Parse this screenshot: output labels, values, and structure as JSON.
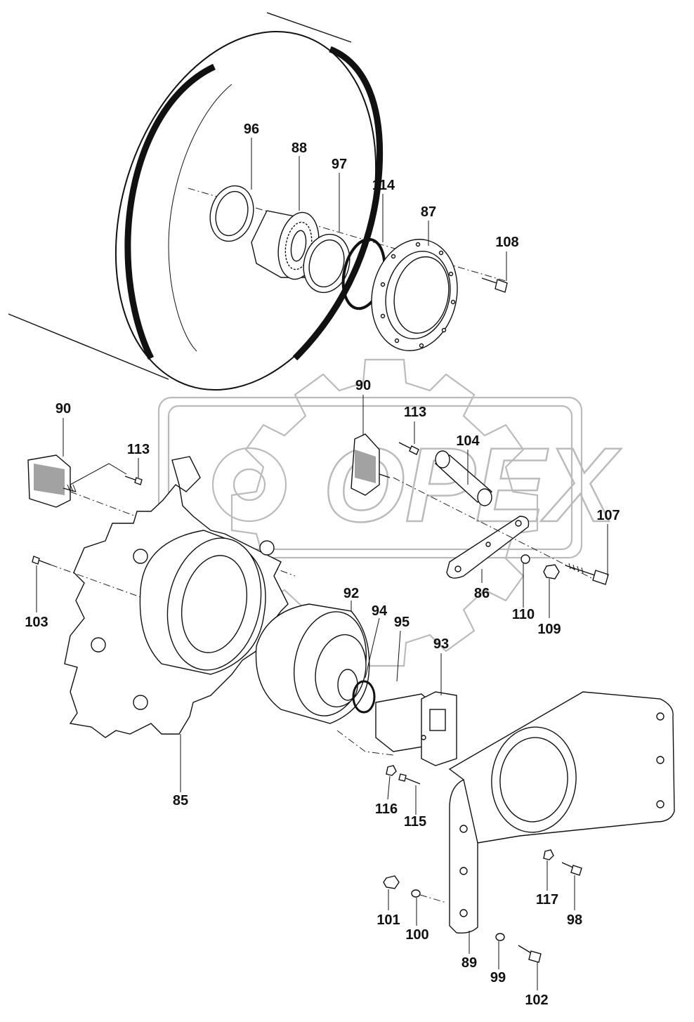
{
  "diagram": {
    "type": "exploded parts diagram",
    "watermark_text": "OPEX",
    "callouts": [
      {
        "label": "96"
      },
      {
        "label": "88"
      },
      {
        "label": "97"
      },
      {
        "label": "114"
      },
      {
        "label": "87"
      },
      {
        "label": "108"
      },
      {
        "label": "90"
      },
      {
        "label": "113"
      },
      {
        "label": "90"
      },
      {
        "label": "113"
      },
      {
        "label": "104"
      },
      {
        "label": "107"
      },
      {
        "label": "103"
      },
      {
        "label": "92"
      },
      {
        "label": "86"
      },
      {
        "label": "110"
      },
      {
        "label": "109"
      },
      {
        "label": "94"
      },
      {
        "label": "95"
      },
      {
        "label": "93"
      },
      {
        "label": "85"
      },
      {
        "label": "116"
      },
      {
        "label": "115"
      },
      {
        "label": "117"
      },
      {
        "label": "98"
      },
      {
        "label": "101"
      },
      {
        "label": "100"
      },
      {
        "label": "89"
      },
      {
        "label": "99"
      },
      {
        "label": "102"
      }
    ]
  }
}
